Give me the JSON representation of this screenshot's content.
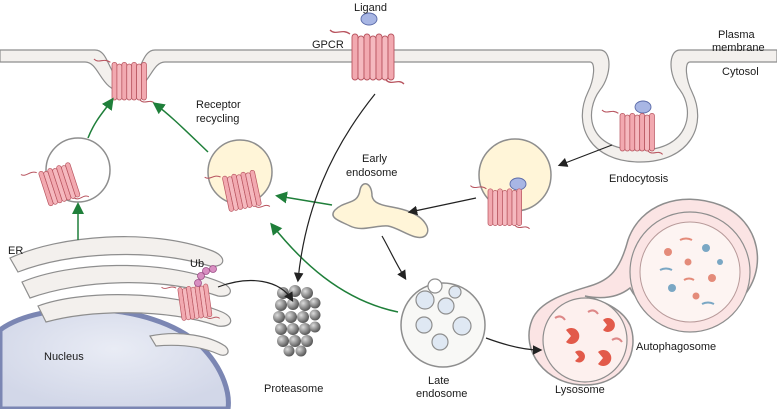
{
  "labels": {
    "ligand": "Ligand",
    "gpcr": "GPCR",
    "plasma_membrane_1": "Plasma",
    "plasma_membrane_2": "membrane",
    "cytosol": "Cytosol",
    "receptor_recycling_1": "Receptor",
    "receptor_recycling_2": "recycling",
    "early_endosome_1": "Early",
    "early_endosome_2": "endosome",
    "endocytosis": "Endocytosis",
    "er": "ER",
    "ub": "Ub",
    "nucleus": "Nucleus",
    "proteasome": "Proteasome",
    "late_endosome_1": "Late",
    "late_endosome_2": "endosome",
    "lysosome": "Lysosome",
    "autophagosome": "Autophagosome"
  },
  "colors": {
    "receptor": "#f2a9b0",
    "receptor_stroke": "#b8545f",
    "membrane": "#f3f0ed",
    "membrane_stroke": "#8e8e8e",
    "ligand": "#a8b6e4",
    "green_arrow": "#1f7f3a",
    "black_arrow": "#222222",
    "nucleus": "#dfe2ee",
    "nucleus_rim": "#7b86b3",
    "vesicle_cream": "#fff5d8",
    "lysosome_fill": "#fdf0ee",
    "autophagosome_fill": "#fbe4e4"
  },
  "icons": [
    "gpcr-receptor-icon",
    "ligand-icon",
    "ubiquitin-chain-icon",
    "proteasome-icon"
  ]
}
